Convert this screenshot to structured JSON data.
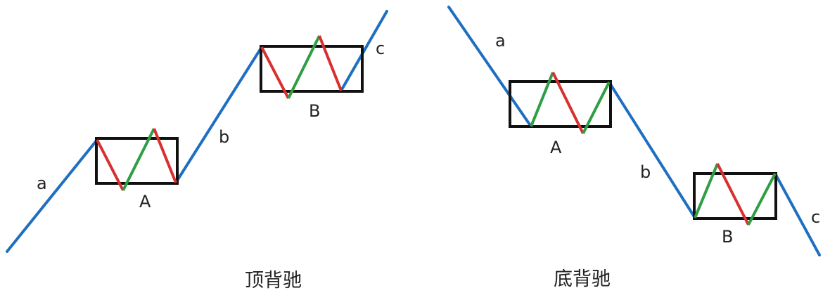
{
  "colors": {
    "trend": "#1f6fc1",
    "down_stroke": "#d8302f",
    "up_stroke": "#2e9e44",
    "box": "#111111",
    "text": "#222222"
  },
  "left_diagram": {
    "caption": "顶背驰",
    "labels": {
      "seg_a": "a",
      "zone_a": "A",
      "seg_b": "b",
      "zone_b": "B",
      "seg_c": "c"
    }
  },
  "right_diagram": {
    "caption": "底背驰",
    "labels": {
      "seg_a": "a",
      "zone_a": "A",
      "seg_b": "b",
      "zone_b": "B",
      "seg_c": "c"
    }
  }
}
